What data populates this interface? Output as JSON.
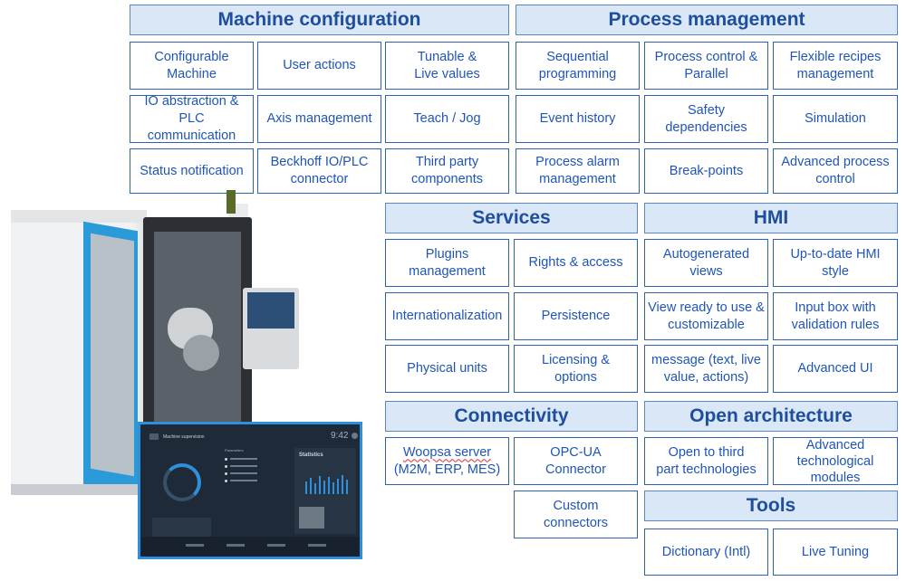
{
  "sections": {
    "machine_configuration": {
      "title": "Machine configuration",
      "items": [
        "Configurable\nMachine",
        "User actions",
        "Tunable &\nLive values",
        "IO abstraction & PLC\ncommunication",
        "Axis management",
        "Teach / Jog",
        "Status notification",
        "Beckhoff IO/PLC\nconnector",
        "Third party\ncomponents"
      ]
    },
    "process_management": {
      "title": "Process management",
      "items": [
        "Sequential\nprogramming",
        "Process control &\nParallel",
        "Flexible recipes\nmanagement",
        "Event history",
        "Safety\ndependencies",
        "Simulation",
        "Process alarm\nmanagement",
        "Break-points",
        "Advanced process\ncontrol"
      ]
    },
    "services": {
      "title": "Services",
      "items": [
        "Plugins\nmanagement",
        "Rights & access",
        "Internationalization",
        "Persistence",
        "Physical units",
        "Licensing &\noptions"
      ]
    },
    "hmi": {
      "title": "HMI",
      "items": [
        "Autogenerated\nviews",
        "Up-to-date HMI\nstyle",
        "View ready to use &\ncustomizable",
        "Input box with\nvalidation rules",
        "message (text, live\nvalue, actions)",
        "Advanced UI"
      ]
    },
    "connectivity": {
      "title": "Connectivity",
      "woopsa_line1": "Woopsa server",
      "woopsa_line2": "(M2M, ERP, MES)",
      "items": [
        "OPC-UA\nConnector",
        "Custom\nconnectors"
      ]
    },
    "open_architecture": {
      "title": "Open architecture",
      "items": [
        "Open to third\npart technologies",
        "Advanced\ntechnological\nmodules"
      ]
    },
    "tools": {
      "title": "Tools",
      "items": [
        "Dictionary (Intl)",
        "Live Tuning"
      ]
    }
  },
  "hmi_screen": {
    "title": "Machine supervision",
    "time": "9:42",
    "parameters_label": "Parameters",
    "statistics_label": "Statistics"
  },
  "colors": {
    "border": "#2f62b5",
    "header_bg": "#dae7f7",
    "text": "#1f55b8"
  }
}
